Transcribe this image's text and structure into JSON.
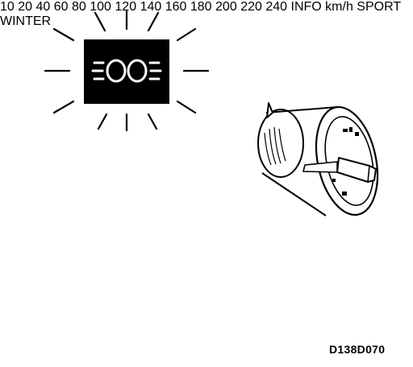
{
  "callout_number": "10",
  "figure_code": "D138D070",
  "speedometer": {
    "scale_labels": [
      "20",
      "40",
      "60",
      "80",
      "100",
      "120",
      "140",
      "160",
      "180",
      "200",
      "220",
      "240"
    ],
    "unit": "km/h",
    "info_label": "INFO",
    "sport_label": "SPORT",
    "winter_label": "WINTER"
  },
  "colors": {
    "ink": "#000000",
    "paper": "#ffffff"
  },
  "icons": [
    "headlight-warning-icon",
    "turn-left-arrow-icon",
    "turn-right-arrow-icon",
    "high-beam-indicator-icon",
    "light-switch-knob-icon"
  ]
}
